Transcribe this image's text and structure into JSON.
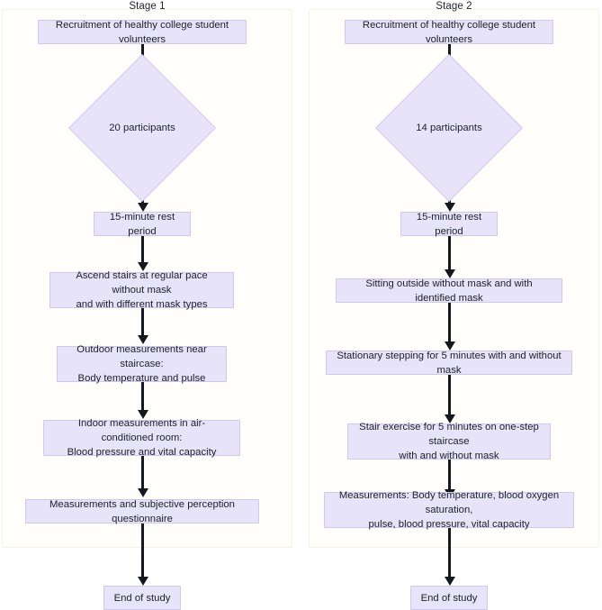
{
  "diagram": {
    "type": "flowchart",
    "orientation": "top-to-bottom",
    "colors": {
      "node_fill": "#e7e3f8",
      "node_border": "#cfc8ee",
      "panel_fill": "#fffefa",
      "panel_border": "#f6f3e4",
      "edge": "#14181f",
      "text": "#1c2029"
    }
  },
  "stage1": {
    "title": "Stage 1",
    "nodes": {
      "recruitment": "Recruitment of healthy college student volunteers",
      "participants": "20 participants",
      "rest": "15-minute rest period",
      "ascend": "Ascend stairs at regular pace without mask\nand with different mask types",
      "outdoor": "Outdoor measurements near staircase:\nBody temperature and pulse",
      "indoor": "Indoor measurements in air-conditioned room:\nBlood pressure and vital capacity",
      "questionnaire": "Measurements and subjective perception questionnaire",
      "end": "End of study"
    }
  },
  "stage2": {
    "title": "Stage 2",
    "nodes": {
      "recruitment": "Recruitment of healthy college student volunteers",
      "participants": "14 participants",
      "rest": "15-minute rest period",
      "sitting": "Sitting outside without mask and with identified mask",
      "stepping": "Stationary stepping for 5 minutes with and without mask",
      "stairs": "Stair exercise for 5 minutes on one-step staircase\nwith and without mask",
      "measurements": "Measurements: Body temperature, blood oxygen saturation,\npulse, blood pressure, vital capacity",
      "end": "End of study"
    }
  }
}
